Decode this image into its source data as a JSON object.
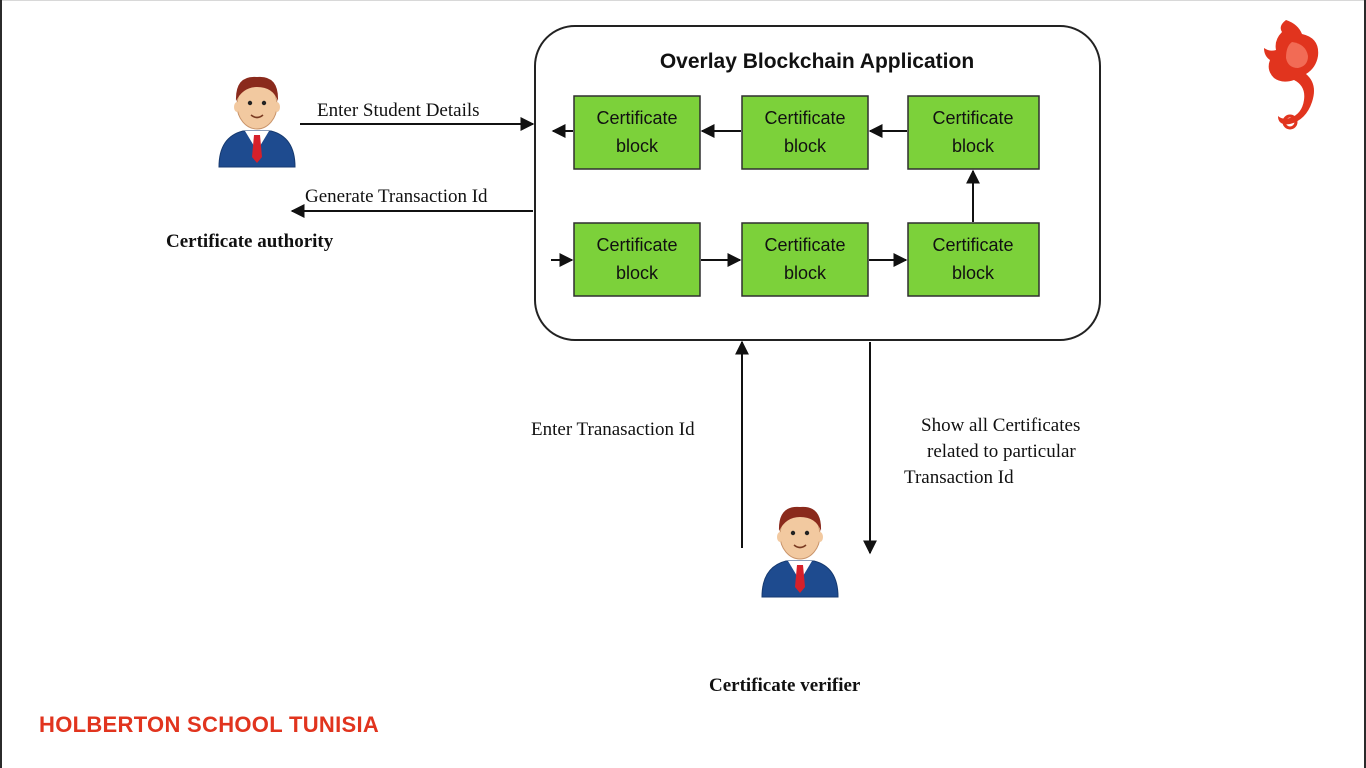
{
  "diagram": {
    "app_title": "Overlay Blockchain Application",
    "block_label_line1": "Certificate",
    "block_label_line2": "block",
    "authority": {
      "label": "Certificate authority",
      "enter_details": "Enter Student Details",
      "generate_id": "Generate Transaction Id"
    },
    "verifier": {
      "label": "Certificate verifier",
      "enter_id": "Enter Tranasaction Id",
      "show_line1": "Show all Certificates",
      "show_line2": "related to particular",
      "show_line3": "Transaction Id"
    }
  },
  "brand": {
    "name": "HOLBERTON SCHOOL TUNISIA",
    "logo": "seahorse-logo-icon",
    "color": "#e1341e"
  },
  "colors": {
    "block_fill": "#7cd13a",
    "block_stroke": "#2f2f2f",
    "arrow": "#111111",
    "suit": "#1e4b8f",
    "tie": "#d6202a",
    "hair": "#8a2a1c",
    "skin": "#f2c9a0"
  }
}
